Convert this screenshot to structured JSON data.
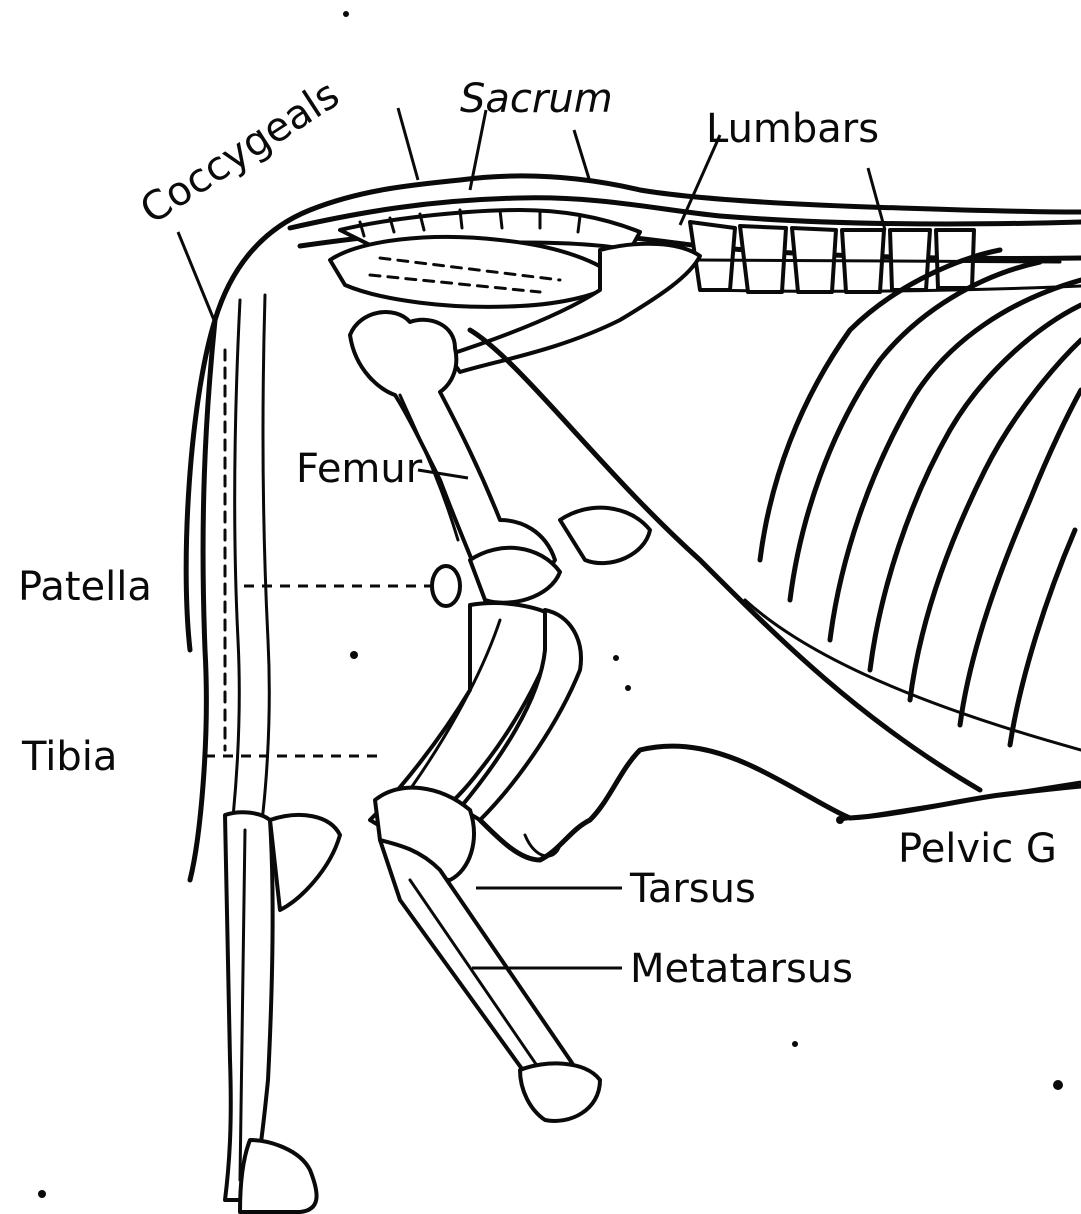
{
  "labels": {
    "coccygeals": "Coccygeals",
    "sacrum": "Sacrum",
    "lumbars": "Lumbars",
    "femur": "Femur",
    "patella": "Patella",
    "tibia": "Tibia",
    "pelvic": "Pelvic G",
    "tarsus": "Tarsus",
    "metatarsus": "Metatarsus"
  }
}
